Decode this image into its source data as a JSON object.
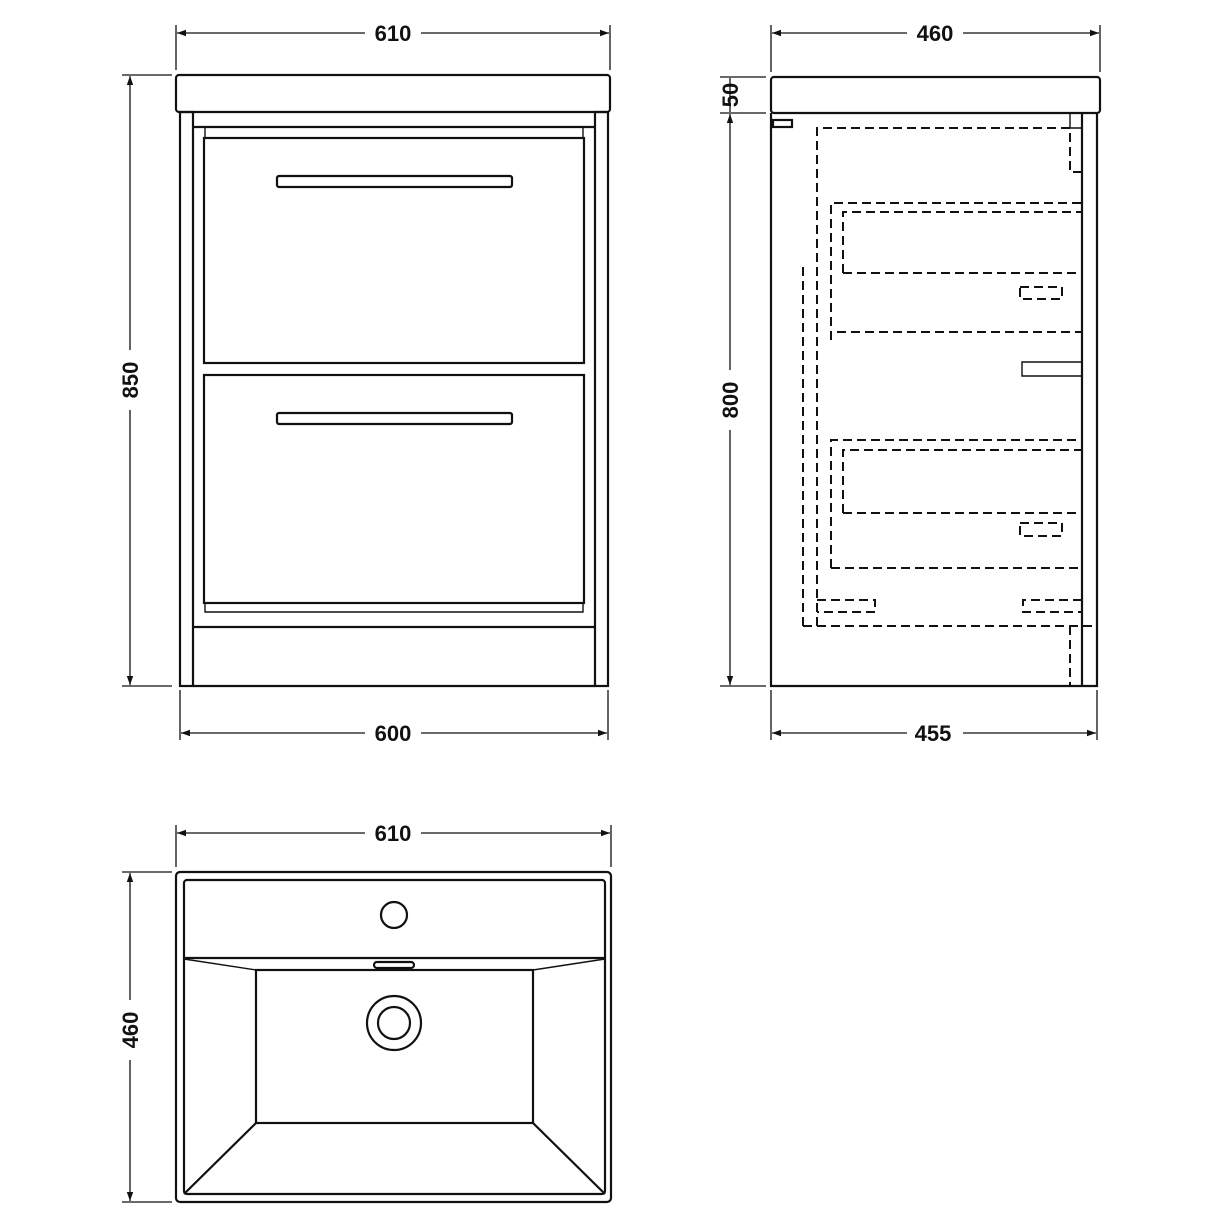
{
  "front_view": {
    "top_width": "610",
    "height": "850",
    "body_width": "600",
    "drawer_count": 2
  },
  "side_view": {
    "top_depth": "460",
    "top_thickness": "50",
    "body_height": "800",
    "body_depth": "455"
  },
  "plan_view": {
    "width": "610",
    "depth": "460"
  },
  "colors": {
    "line": "#111111",
    "background": "#ffffff"
  }
}
